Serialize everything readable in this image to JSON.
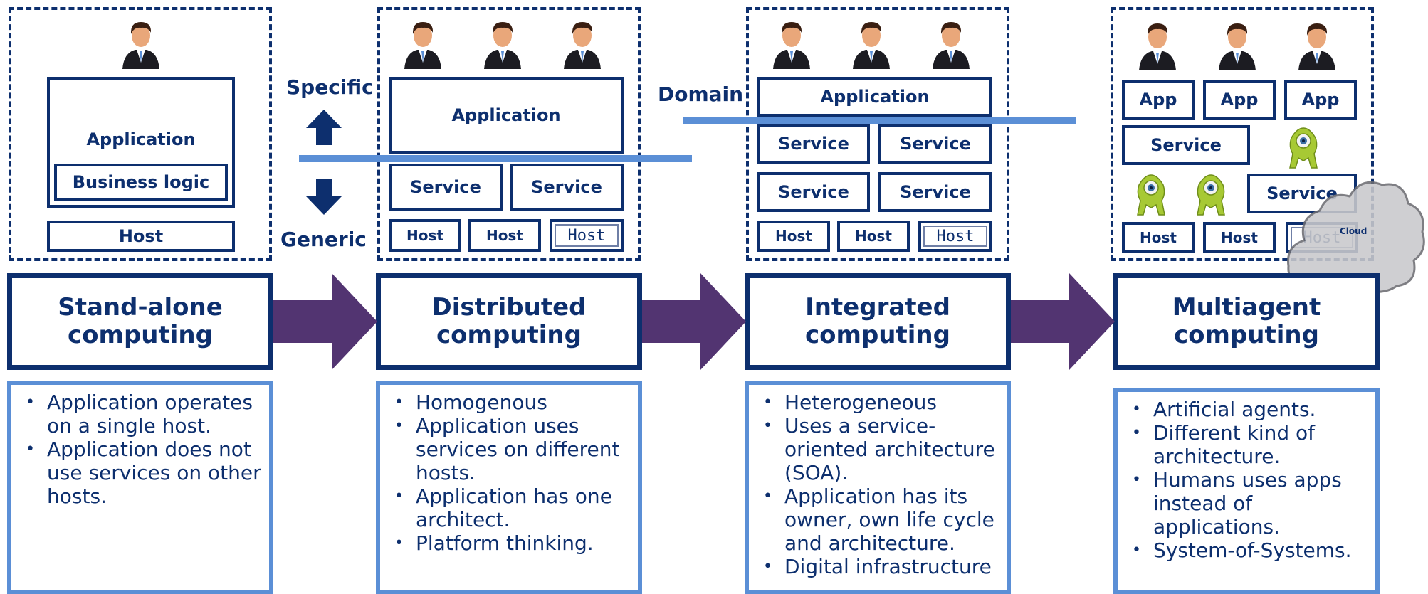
{
  "stages": [
    {
      "title_line1": "Stand-alone",
      "title_line2": "computing",
      "bullets": [
        "Application operates on a single host.",
        "Application does not use services on other hosts."
      ],
      "diagram": {
        "application": "Application",
        "business_logic": "Business logic",
        "host": "Host"
      }
    },
    {
      "title_line1": "Distributed",
      "title_line2": "computing",
      "bullets": [
        "Homogenous",
        "Application uses services on different hosts.",
        "Application has one architect.",
        "Platform thinking."
      ],
      "diagram": {
        "application": "Application",
        "services": [
          "Service",
          "Service"
        ],
        "hosts": [
          "Host",
          "Host",
          "Host"
        ]
      }
    },
    {
      "title_line1": "Integrated",
      "title_line2": "computing",
      "bullets": [
        "Heterogeneous",
        "Uses a service-oriented architecture (SOA).",
        "Application has its owner, own life cycle and architecture.",
        "Digital infrastructure"
      ],
      "diagram": {
        "application": "Application",
        "services": [
          "Service",
          "Service",
          "Service",
          "Service"
        ],
        "hosts": [
          "Host",
          "Host",
          "Host"
        ]
      }
    },
    {
      "title_line1": "Multiagent",
      "title_line2": "computing",
      "bullets": [
        "Artificial agents.",
        "Different kind of architecture.",
        "Humans uses apps instead of applications.",
        "System-of-Systems."
      ],
      "diagram": {
        "apps": [
          "App",
          "App",
          "App"
        ],
        "services": [
          "Service",
          "Service"
        ],
        "hosts": [
          "Host",
          "Host",
          "Host"
        ],
        "cloud_label": "Cloud"
      }
    }
  ],
  "labels": {
    "specific": "Specific",
    "generic": "Generic",
    "domain": "Domain"
  },
  "colors": {
    "navy": "#0d2f6e",
    "light_blue": "#5b8fd6",
    "purple_arrow": "#523471",
    "cloud": "#c9c9cc"
  },
  "icons": {
    "person": "businessman-icon",
    "agent": "green-alien-agent-icon",
    "cloud": "cloud-icon",
    "arrow_up": "arrow-up-icon",
    "arrow_down": "arrow-down-icon"
  }
}
